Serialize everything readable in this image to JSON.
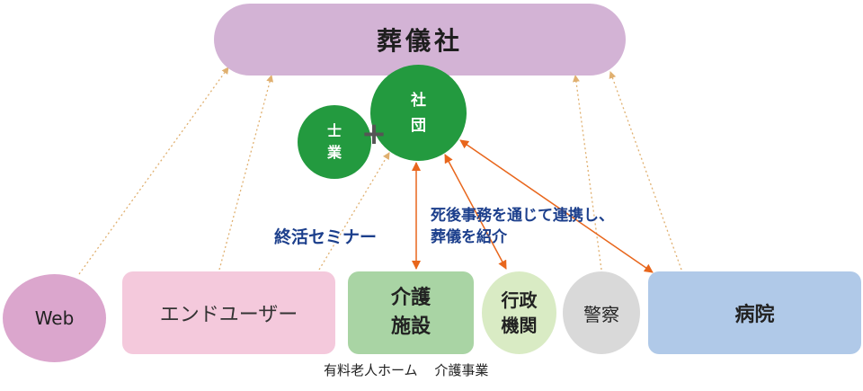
{
  "nodes": {
    "funeral_company": "葬儀社",
    "professionals": "士\n業",
    "association": "社\n団",
    "plus_sign": "+",
    "web": "Web",
    "end_user": "エンドユーザー",
    "care_facility": "介護\n施設",
    "government": "行政\n機関",
    "police": "警察",
    "hospital": "病院"
  },
  "annotations": {
    "seminar": "終活セミナー",
    "after_death_services": "死後事務を通じて連携し、\n葬儀を紹介",
    "care_facility_types": "有料老人ホーム 介護事業"
  },
  "colors": {
    "dotted_arrow": "#e0b070",
    "solid_arrow": "#e8661c",
    "association_green": "#239a3f",
    "annotation_text": "#1c3f8c"
  }
}
